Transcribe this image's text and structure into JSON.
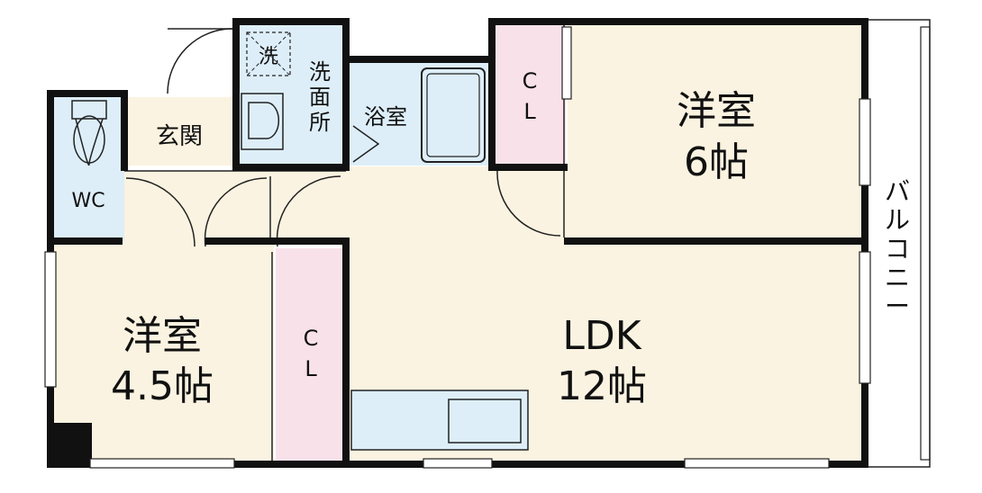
{
  "colors": {
    "room": "#fbf3e1",
    "wet": "#ddeef9",
    "closet": "#f9e1ea",
    "wall": "#111111",
    "balcony": "#ffffff"
  },
  "rooms": {
    "western_6": {
      "name": "洋室",
      "size": "6帖"
    },
    "western_45": {
      "name": "洋室",
      "size": "4.5帖"
    },
    "ldk": {
      "name": "LDK",
      "size": "12帖"
    },
    "entrance": {
      "name": "玄関"
    },
    "wc": {
      "name": "WC"
    },
    "bath": {
      "name": "浴室"
    },
    "washroom": {
      "name_lines": [
        "洗",
        "面",
        "所"
      ]
    },
    "washer": {
      "name": "洗"
    },
    "closet_top": {
      "lines": [
        "C",
        "L"
      ]
    },
    "closet_left": {
      "lines": [
        "C",
        "L"
      ]
    },
    "balcony": {
      "lines": [
        "バ",
        "ル",
        "コ",
        "ニ",
        "ー"
      ]
    }
  }
}
